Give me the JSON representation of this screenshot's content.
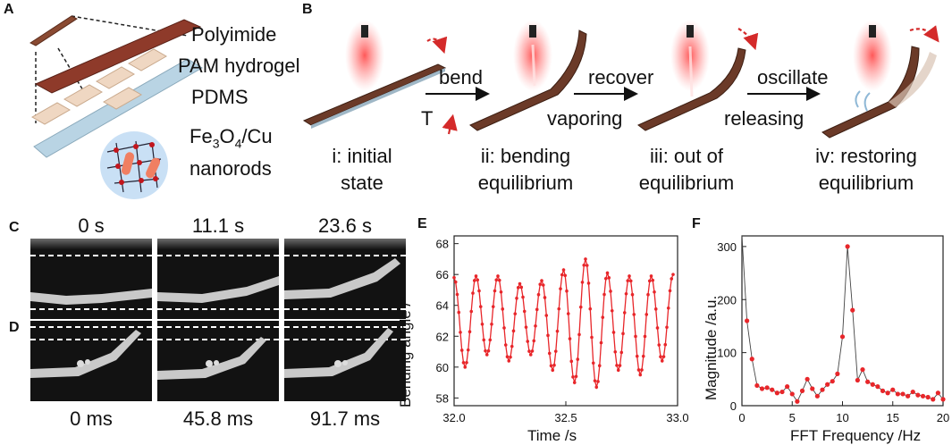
{
  "panels": {
    "A": "A",
    "B": "B",
    "C": "C",
    "D": "D",
    "E": "E",
    "F": "F"
  },
  "panel_a": {
    "layers": [
      "Polyimide",
      "PAM hydrogel",
      "PDMS"
    ],
    "particle_label_line1_main": "Fe",
    "particle_label_line1_sub1": "3",
    "particle_label_line1_mid": "O",
    "particle_label_line1_sub2": "4",
    "particle_label_line1_end": "/Cu",
    "particle_label_line2": "nanorods"
  },
  "panel_b": {
    "process": {
      "bend": "bend",
      "T": "T",
      "recover": "recover",
      "vaporing": "vaporing",
      "oscillate": "oscillate",
      "releasing": "releasing"
    },
    "states": [
      {
        "line1": "i: initial",
        "line2": "state"
      },
      {
        "line1": "ii: bending",
        "line2": "equilibrium"
      },
      {
        "line1": "iii: out of",
        "line2": "equilibrium"
      },
      {
        "line1": "iv: restoring",
        "line2": "equilibrium"
      }
    ]
  },
  "panel_c": {
    "times": [
      "0 s",
      "11.1 s",
      "23.6 s"
    ]
  },
  "panel_d": {
    "times": [
      "0 ms",
      "45.8 ms",
      "91.7 ms"
    ]
  },
  "colors": {
    "data_red": "#e8262a",
    "heat_glow": "#ff3b3b",
    "strip_brown": "#6b3a28"
  },
  "chart_data": [
    {
      "type": "line",
      "xlabel": "Time /s",
      "ylabel": "Bending angle /°",
      "xlim": [
        32.0,
        33.0
      ],
      "ylim": [
        57.5,
        68.5
      ],
      "xticks": [
        "32.0",
        "32.5",
        "33.0"
      ],
      "yticks": [
        "58",
        "60",
        "62",
        "64",
        "66",
        "68"
      ],
      "color": "#e8262a",
      "oscillation": {
        "period_s": 0.098,
        "peaks": [
          [
            32.0,
            65.8
          ],
          [
            32.098,
            65.9
          ],
          [
            32.196,
            65.9
          ],
          [
            32.294,
            65.4
          ],
          [
            32.392,
            65.6
          ],
          [
            32.49,
            66.3
          ],
          [
            32.588,
            67.0
          ],
          [
            32.686,
            66.1
          ],
          [
            32.784,
            65.9
          ],
          [
            32.882,
            65.9
          ],
          [
            32.98,
            66.0
          ]
        ],
        "troughs": [
          [
            32.049,
            60.0
          ],
          [
            32.147,
            60.8
          ],
          [
            32.245,
            60.4
          ],
          [
            32.343,
            60.8
          ],
          [
            32.441,
            59.8
          ],
          [
            32.539,
            59.0
          ],
          [
            32.637,
            58.7
          ],
          [
            32.735,
            59.8
          ],
          [
            32.833,
            59.5
          ],
          [
            32.931,
            60.4
          ]
        ]
      }
    },
    {
      "type": "scatter",
      "xlabel": "FFT Frequency /Hz",
      "ylabel": "Magnitude /a.u.",
      "xlim": [
        0,
        20
      ],
      "ylim": [
        0,
        320
      ],
      "xticks": [
        "0",
        "5",
        "10",
        "15",
        "20"
      ],
      "yticks": [
        "0",
        "100",
        "200",
        "300"
      ],
      "color": "#e8262a",
      "x": [
        0.0,
        0.5,
        1.0,
        1.5,
        2.0,
        2.5,
        3.0,
        3.5,
        4.0,
        4.5,
        5.0,
        5.5,
        6.0,
        6.5,
        7.0,
        7.5,
        8.0,
        8.5,
        9.0,
        9.5,
        10.0,
        10.5,
        11.0,
        11.5,
        12.0,
        12.5,
        13.0,
        13.5,
        14.0,
        14.5,
        15.0,
        15.5,
        16.0,
        16.5,
        17.0,
        17.5,
        18.0,
        18.5,
        19.0,
        19.5,
        20.0
      ],
      "y": [
        330,
        160,
        88,
        38,
        32,
        34,
        30,
        24,
        26,
        36,
        22,
        8,
        28,
        50,
        32,
        18,
        30,
        40,
        46,
        60,
        130,
        300,
        180,
        48,
        68,
        45,
        40,
        36,
        28,
        24,
        30,
        22,
        22,
        18,
        26,
        20,
        18,
        16,
        12,
        24,
        12
      ]
    }
  ]
}
